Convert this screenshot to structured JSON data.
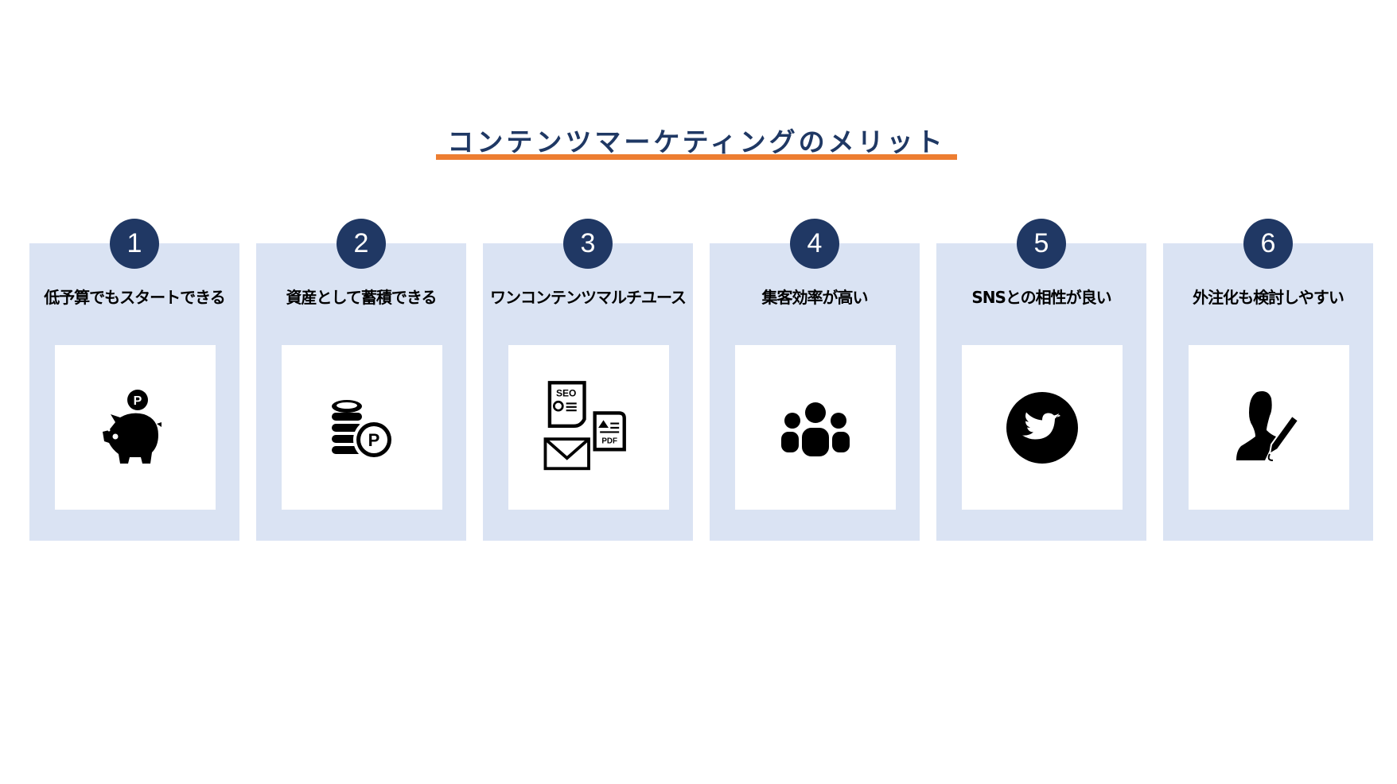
{
  "title": "コンテンツマーケティングのメリット",
  "colors": {
    "accent": "#ed7d31",
    "navy": "#203864",
    "card_bg": "#dae3f3"
  },
  "cards": [
    {
      "number": "1",
      "label": "低予算でもスタートできる",
      "icon": "piggy-bank-icon",
      "coin_text": "P"
    },
    {
      "number": "2",
      "label": "資産として蓄積できる",
      "icon": "coins-icon",
      "coin_text": "P"
    },
    {
      "number": "3",
      "label": "ワンコンテンツマルチユース",
      "icon": "multi-content-icon",
      "seo_text": "SEO",
      "pdf_text": "PDF"
    },
    {
      "number": "4",
      "label": "集客効率が高い",
      "icon": "people-group-icon"
    },
    {
      "number": "5",
      "label": "SNSとの相性が良い",
      "icon": "twitter-icon"
    },
    {
      "number": "6",
      "label": "外注化も検討しやすい",
      "icon": "writer-icon"
    }
  ]
}
